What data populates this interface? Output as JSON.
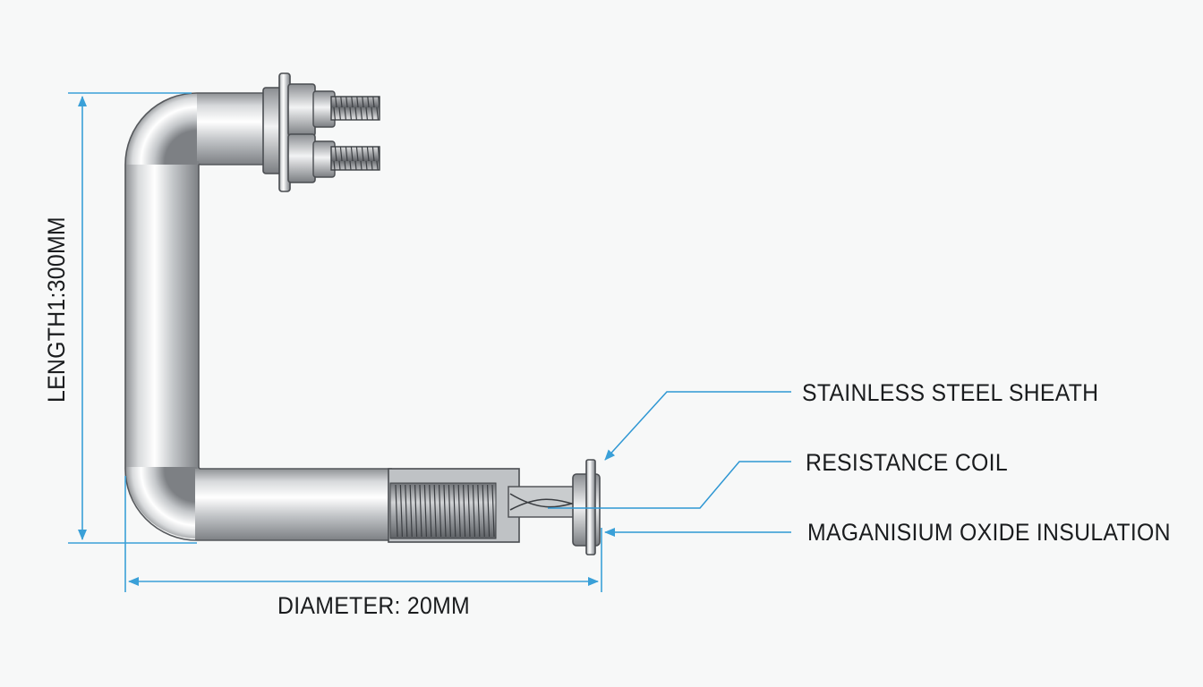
{
  "labels": {
    "sheath": "STAINLESS STEEL SHEATH",
    "coil": "RESISTANCE COIL",
    "insulation": "MAGANISIUM OXIDE INSULATION",
    "diameter": "DIAMETER: 20MM",
    "length": "LENGTH1:300MM"
  },
  "colors": {
    "dimension": "#3aa0d8",
    "leader": "#2f97d3",
    "text": "#1a1c1e",
    "background": "#f7f8f8"
  }
}
